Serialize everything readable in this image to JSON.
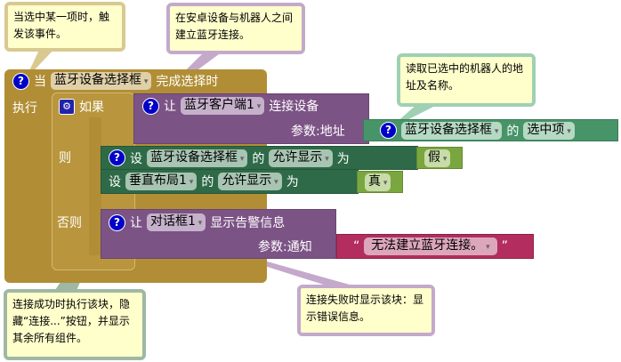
{
  "event": {
    "when": "当",
    "component": "蓝牙设备选择框",
    "event": "完成选择时",
    "do": "执行"
  },
  "if_block": {
    "if": "如果",
    "then": "则",
    "else": "否则"
  },
  "connect": {
    "call": "让",
    "component": "蓝牙客户端1",
    "method": "连接设备",
    "param": "参数:地址"
  },
  "getter": {
    "component": "蓝牙设备选择框",
    "of": "的",
    "property": "选中项"
  },
  "setter1": {
    "set": "设",
    "component": "蓝牙设备选择框",
    "of": "的",
    "property": "允许显示",
    "to": "为",
    "value": "假"
  },
  "setter2": {
    "set": "设",
    "component": "垂直布局1",
    "of": "的",
    "property": "允许显示",
    "to": "为",
    "value": "真"
  },
  "dialog": {
    "call": "让",
    "component": "对话框1",
    "method": "显示告警信息",
    "param": "参数:通知",
    "text": "无法建立蓝牙连接。",
    "quote_open": "“",
    "quote_close": "”"
  },
  "comments": {
    "c1": "当选中某一项时，触发该事件。",
    "c2": "在安卓设备与机器人之间建立蓝牙连接。",
    "c3": "读取已选中的机器人的地址及名称。",
    "c4": "连接成功时执行该块，隐藏“连接...”按钮，并显示其余所有组件。",
    "c5": "连接失败时显示该块：显示错误信息。"
  }
}
